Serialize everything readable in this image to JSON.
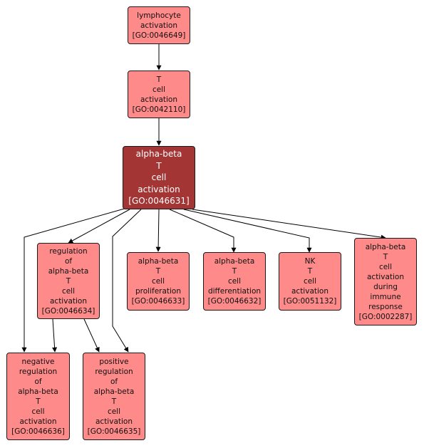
{
  "colors": {
    "node_fill": "#ff8a8a",
    "focus_fill": "#a33535",
    "focus_text": "#ffffff",
    "edge": "#000000"
  },
  "nodes": {
    "lymphocyte_activation": {
      "lines": [
        "lymphocyte",
        "activation"
      ],
      "id": "[GO:0046649]"
    },
    "t_cell_activation": {
      "lines": [
        "T",
        "cell",
        "activation"
      ],
      "id": "[GO:0042110]"
    },
    "alpha_beta_t_cell_activation": {
      "lines": [
        "alpha-beta",
        "T",
        "cell",
        "activation"
      ],
      "id": "[GO:0046631]"
    },
    "regulation_ab_t_cell_activation": {
      "lines": [
        "regulation",
        "of",
        "alpha-beta",
        "T",
        "cell",
        "activation"
      ],
      "id": "[GO:0046634]"
    },
    "ab_t_cell_proliferation": {
      "lines": [
        "alpha-beta",
        "T",
        "cell",
        "proliferation"
      ],
      "id": "[GO:0046633]"
    },
    "ab_t_cell_differentiation": {
      "lines": [
        "alpha-beta",
        "T",
        "cell",
        "differentiation"
      ],
      "id": "[GO:0046632]"
    },
    "nk_t_cell_activation": {
      "lines": [
        "NK",
        "T",
        "cell",
        "activation"
      ],
      "id": "[GO:0051132]"
    },
    "ab_t_cell_activation_immune_response": {
      "lines": [
        "alpha-beta",
        "T",
        "cell",
        "activation",
        "during",
        "immune",
        "response"
      ],
      "id": "[GO:0002287]"
    },
    "negative_regulation_ab_t_cell_activation": {
      "lines": [
        "negative",
        "regulation",
        "of",
        "alpha-beta",
        "T",
        "cell",
        "activation"
      ],
      "id": "[GO:0046636]"
    },
    "positive_regulation_ab_t_cell_activation": {
      "lines": [
        "positive",
        "regulation",
        "of",
        "alpha-beta",
        "T",
        "cell",
        "activation"
      ],
      "id": "[GO:0046635]"
    }
  }
}
